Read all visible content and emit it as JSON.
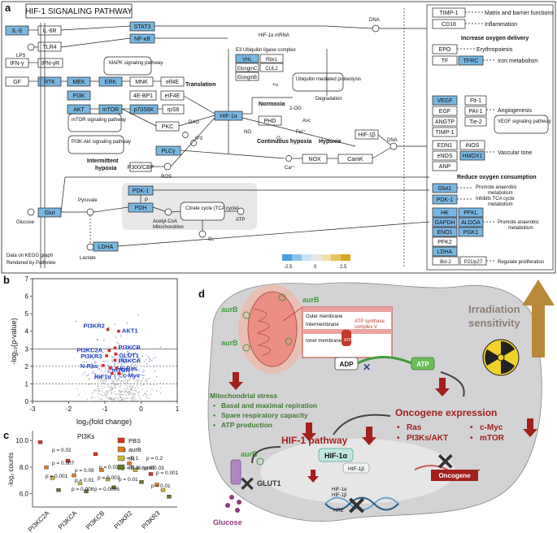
{
  "panel_a": {
    "label": "a",
    "title": "HIF-1 SIGNALING PATHWAY",
    "footer_1": "Data on KEGG graph",
    "footer_2": "Rendered by Pathview",
    "colorbar_min": "-2.5",
    "colorbar_mid": "0",
    "colorbar_max": "2.5",
    "left_blue": [
      "IL-6",
      "RTK",
      "Glut"
    ],
    "left_white": [
      "IL-6R",
      "TLR4",
      "IFN-γ",
      "IFN-γR",
      "GF",
      "LPS"
    ],
    "mid_blue": [
      "MEK",
      "ERK",
      "PI3K",
      "AKT",
      "mTOR",
      "p70S6K",
      "STAT3",
      "NF-κB",
      "HIF-1α",
      "PLCγ",
      "PDK-1",
      "PDH",
      "LDHA",
      "VHL"
    ],
    "mid_white": [
      "MNK",
      "4E-BP1",
      "eIF4E",
      "elf4E",
      "rpS6",
      "PKC",
      "NOX",
      "CamK",
      "P300/CBP",
      "HIF-1β",
      "PHD",
      "Rbx1",
      "CUL2",
      "ElonginC",
      "ElonginB"
    ],
    "notes": {
      "mapk": "MAPK signaling pathway",
      "mtor": "mTOR signaling pathway",
      "pi3k": "PI3K-Akt signaling pathway",
      "translation": "Translation",
      "hif_mrna": "HIF-1α mRNA",
      "e3": "E3 Ubiquitin ligase complex",
      "ubq": "Ubiquitin mediated proteolysis",
      "degradation": "Degradation",
      "normoxia": "Normoxia",
      "continuous": "Continuous hypoxia",
      "hypoxia": "Hypoxia",
      "intermittent": "Intermittent hypoxia",
      "dna1": "DNA",
      "dna2": "DNA",
      "og": "2-OG",
      "asc": "Asc",
      "fe": "Fe²⁺",
      "o2a": "O₂",
      "no": "NO",
      "dag": "DAG",
      "ip3": "IP3",
      "ca": "Ca²⁺",
      "ros": "ROS",
      "pyruvate": "Pyruvate",
      "glucose": "Glucose",
      "lactate": "Lactate",
      "acetyl": "Acetyl-CoA",
      "mito": "Mitochondrion",
      "citrate": "Citrate cycle (TCA cycle)",
      "atp": "ATP",
      "o2b": "O₂",
      "p": "P",
      "ub": "+u"
    },
    "right_boxes": {
      "timp1": "TIMP-1",
      "cd18": "CD18",
      "epo": "EPO",
      "tf": "TF",
      "tfrc": "TFRC",
      "vegf": "VEGF",
      "flt1": "Flt-1",
      "egf": "EGF",
      "pai1": "PAI-1",
      "angtp": "ANGTP",
      "tie2": "Tie-2",
      "timp1b": "TIMP-1",
      "edn1": "EDN1",
      "inos": "iNOS",
      "enos": "eNOS",
      "hmox1": "HMOX1",
      "anp": "ANP",
      "glut1": "Glut1",
      "pdk1": "PDK-1",
      "hk": "HK",
      "pfkl": "PFKL",
      "gapdh": "GAPDH",
      "aldoa": "ALDOA",
      "eno1": "ENO1",
      "pgk1": "PGK1",
      "pfk2": "PFK2",
      "ldha": "LDHA",
      "bcl2": "Bcl-2",
      "p21": "P21/p27"
    },
    "right_labels": {
      "matrix": "Matrix and barrier functions",
      "inflammation": "Inflammation",
      "increase_o2": "Increase oxygen delivery",
      "erythro": "Erythropoiesis",
      "iron": "Iron metabolism",
      "angio": "Angiogenesis",
      "vegf_path": "VEGF signaling pathway",
      "vascular": "Vascular tone",
      "reduce_o2": "Reduce oxygen consumption",
      "anaerobic1": "Promote anaerobic metabolism",
      "tca": "Inhibits TCA cycle metabolism",
      "anaerobic2": "Promote anaerobic metabolism",
      "prolif": "Regulate proliferation"
    }
  },
  "panel_b": {
    "label": "b",
    "xlabel": "log₂(fold change)",
    "ylabel": "-log₁₀(p-value)",
    "chart_data": {
      "type": "scatter",
      "xlim": [
        -3,
        1
      ],
      "ylim": [
        0,
        7
      ],
      "x_ticks": [
        "-3",
        "-2",
        "-1",
        "0",
        "1"
      ],
      "y_ticks": [
        "0",
        "1",
        "2",
        "3",
        "4",
        "5",
        "6",
        "7"
      ],
      "labeled_points": [
        {
          "name": "PI3KR2",
          "x": -0.92,
          "y": 4.1
        },
        {
          "name": "AKT1",
          "x": -0.62,
          "y": 4.0
        },
        {
          "name": "PI3KCB",
          "x": -0.72,
          "y": 3.05
        },
        {
          "name": "PI3KC2A",
          "x": -0.88,
          "y": 2.9
        },
        {
          "name": "GLUT1",
          "x": -0.7,
          "y": 2.7
        },
        {
          "name": "PI3KR3",
          "x": -0.95,
          "y": 2.6
        },
        {
          "name": "PI3KCA",
          "x": -0.72,
          "y": 2.35
        },
        {
          "name": "N-Ras",
          "x": -1.05,
          "y": 2.05
        },
        {
          "name": "mTOR",
          "x": -0.85,
          "y": 1.9
        },
        {
          "name": "K-Ras",
          "x": -0.68,
          "y": 1.9
        },
        {
          "name": "HIF1α",
          "x": -0.8,
          "y": 1.6
        },
        {
          "name": "c-Myc",
          "x": -0.6,
          "y": 1.6
        }
      ]
    }
  },
  "panel_c": {
    "label": "c",
    "title": "PI3Ks",
    "ylabel": "-log₂ counts",
    "legend": [
      "PBS",
      "aurB",
      "IR",
      "IR + aurB"
    ],
    "colors": [
      "#d9341f",
      "#e07a1f",
      "#c9b43a",
      "#5f7a2a"
    ],
    "chart_data": {
      "type": "bar",
      "categories": [
        "PI3KC2A",
        "PI3KCA",
        "PI3KCB",
        "PI3KR2",
        "PI3KR3"
      ],
      "ylim": [
        5,
        10.5
      ],
      "y_ticks": [
        "6.0",
        "8.0",
        "10.0"
      ],
      "series": [
        {
          "name": "PBS",
          "values": [
            10.0,
            8.6,
            9.1,
            9.4,
            7.6
          ]
        },
        {
          "name": "aurB",
          "values": [
            8.1,
            7.5,
            7.9,
            8.4,
            6.8
          ]
        },
        {
          "name": "IR",
          "values": [
            7.3,
            6.9,
            7.2,
            7.9,
            6.4
          ]
        },
        {
          "name": "IR + aurB",
          "values": [
            6.4,
            6.3,
            6.6,
            7.0,
            5.9
          ]
        }
      ],
      "p_labels": [
        "p = 0.02",
        "p = 0.007",
        "p = 0.001",
        "p = 0.09",
        "p = 0.01",
        "p = 0.008",
        "p = 0.03",
        "p = 0.003",
        "p = 0.0006",
        "p = 0.1",
        "p = 0.02",
        "p = 0.01",
        "p = 0.2",
        "p = 0.03",
        "p = 0.001",
        "p = 0.01"
      ]
    }
  },
  "panel_d": {
    "label": "d",
    "aurB": "aurB",
    "irradiation": "Irradiation sensitivity",
    "outer": "Outer membrane",
    "intermembrane": "Intermembrane",
    "inner": "Inner membrane",
    "atp_synthase": "ATP synthase complex V",
    "atp5": "ATP5",
    "adp": "ADP",
    "atp": "ATP",
    "mito_stress": "Mitochondrial stress",
    "stress_items": [
      "Basal and maximal repiration",
      "Spare respiratory capacity",
      "ATP production"
    ],
    "oncogene_expr": "Oncogene expression",
    "onc_items_left": [
      "Ras",
      "PI3Ks/AKT"
    ],
    "onc_items_right": [
      "c-Myc",
      "mTOR"
    ],
    "hif_pathway": "HIF-1 pathway",
    "hif1a": "HIF-1α",
    "hif1b": "HIF-1β",
    "glut1": "GLUT1",
    "glucose": "Glucose",
    "oncogene": "Oncogene",
    "hif_small": "HIF-1α",
    "hif_small2": "HIF-1β",
    "hre": "HRE"
  }
}
